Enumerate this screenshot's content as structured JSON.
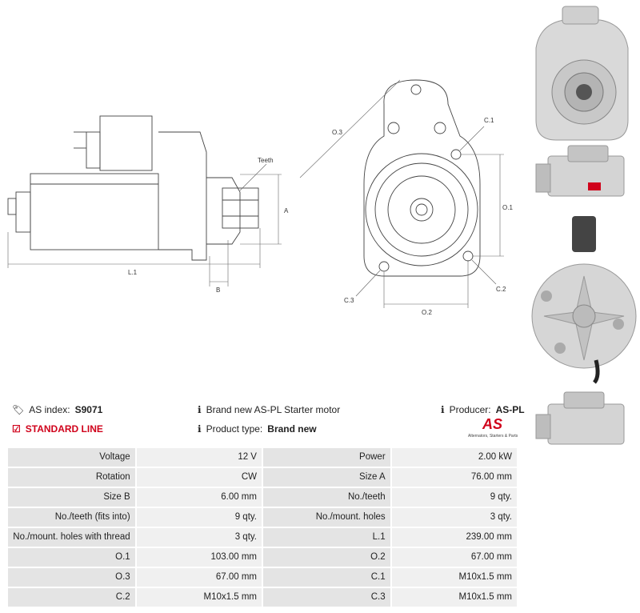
{
  "dimension_labels": {
    "teeth": "Teeth",
    "a": "A",
    "b": "B",
    "l1": "L.1",
    "o1": "O.1",
    "o2": "O.2",
    "o3": "O.3",
    "c1": "C.1",
    "c2": "C.2",
    "c3": "C.3"
  },
  "info": {
    "as_index_label": "AS index:",
    "as_index_value": "S9071",
    "standard_line": "STANDARD LINE",
    "description": "Brand new AS-PL Starter motor",
    "product_type_label": "Product type:",
    "product_type_value": "Brand new",
    "producer_label": "Producer:",
    "producer_value": "AS-PL",
    "logo_text": "AS",
    "logo_tagline": "Alternators, Starters & Parts"
  },
  "specs": [
    {
      "l1": "Voltage",
      "v1": "12 V",
      "l2": "Power",
      "v2": "2.00 kW"
    },
    {
      "l1": "Rotation",
      "v1": "CW",
      "l2": "Size A",
      "v2": "76.00 mm"
    },
    {
      "l1": "Size B",
      "v1": "6.00 mm",
      "l2": "No./teeth",
      "v2": "9 qty."
    },
    {
      "l1": "No./teeth (fits into)",
      "v1": "9 qty.",
      "l2": "No./mount. holes",
      "v2": "3 qty."
    },
    {
      "l1": "No./mount. holes with thread",
      "v1": "3 qty.",
      "l2": "L.1",
      "v2": "239.00 mm"
    },
    {
      "l1": "O.1",
      "v1": "103.00 mm",
      "l2": "O.2",
      "v2": "67.00 mm"
    },
    {
      "l1": "O.3",
      "v1": "67.00 mm",
      "l2": "C.1",
      "v2": "M10x1.5 mm"
    },
    {
      "l1": "C.2",
      "v1": "M10x1.5 mm",
      "l2": "C.3",
      "v2": "M10x1.5 mm"
    }
  ],
  "colors": {
    "accent": "#d0021b",
    "label_bg": "#e4e4e4",
    "value_bg": "#f0f0f0"
  }
}
